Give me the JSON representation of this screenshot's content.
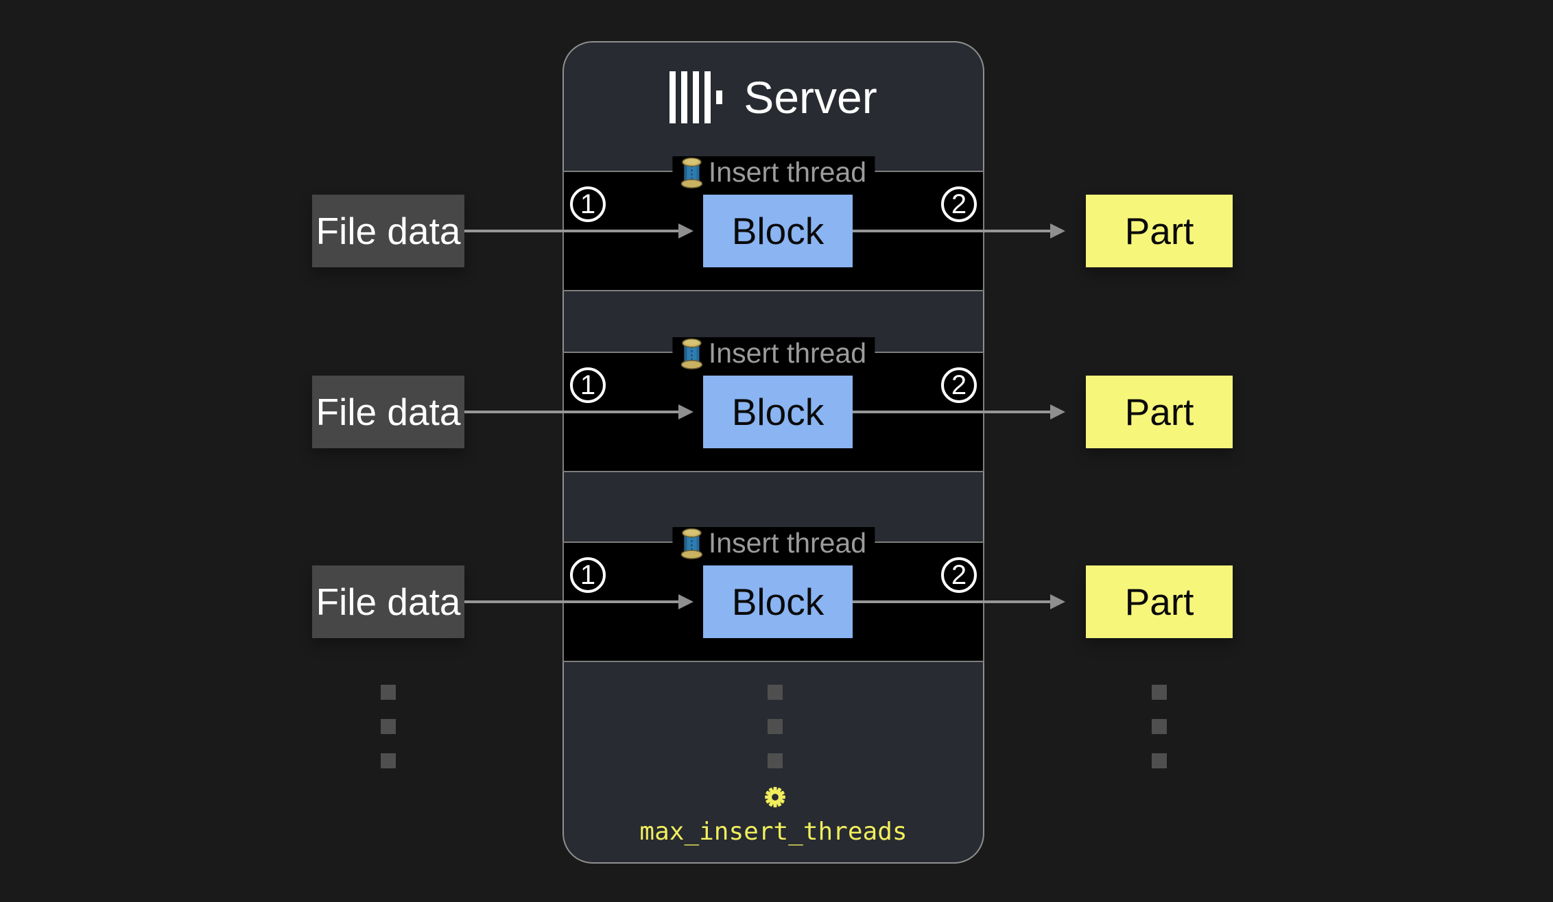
{
  "colors": {
    "background": "#1a1a1a",
    "panel_fill": "#282b31",
    "panel_border": "#8f8f8f",
    "band_fill": "#000000",
    "band_border": "#7e7e7e",
    "block_fill": "#8ab4f2",
    "part_fill": "#f6f67b",
    "source_fill": "#474747",
    "arrow": "#979797",
    "legend_text": "#9c9c9c",
    "accent_yellow": "#f1ee5e",
    "ellipsis_dot": "#4f4f4f"
  },
  "server": {
    "title": "Server",
    "logo_icon": "clickhouse-logo",
    "setting": {
      "icon": "gear-icon",
      "label": "max_insert_threads"
    },
    "more_threads_dots": 3
  },
  "threads": [
    {
      "legend_icon": "thread-spool",
      "legend": "Insert thread",
      "step_in": "1",
      "block_label": "Block",
      "step_out": "2"
    },
    {
      "legend_icon": "thread-spool",
      "legend": "Insert thread",
      "step_in": "1",
      "block_label": "Block",
      "step_out": "2"
    },
    {
      "legend_icon": "thread-spool",
      "legend": "Insert thread",
      "step_in": "1",
      "block_label": "Block",
      "step_out": "2"
    }
  ],
  "inputs": {
    "items": [
      "File data",
      "File data",
      "File data"
    ],
    "more_dots": 3
  },
  "outputs": {
    "items": [
      "Part",
      "Part",
      "Part"
    ],
    "more_dots": 3
  }
}
